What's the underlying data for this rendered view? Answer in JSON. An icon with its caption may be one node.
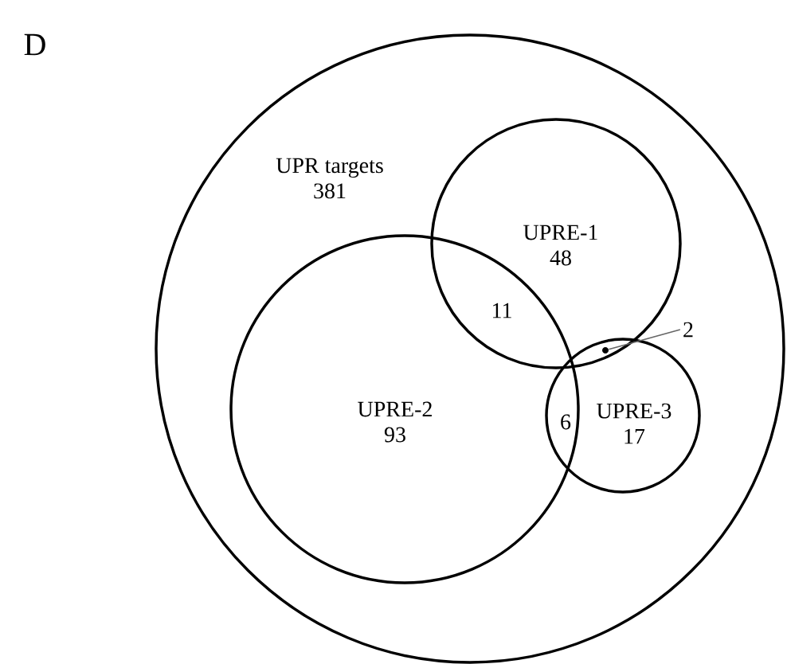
{
  "diagram": {
    "nodes": [
      {
        "text": [
          "UPR targets",
          "381"
        ]
      },
      {
        "text": [
          "UPRE-1",
          "48"
        ],
        "in": 0
      },
      {
        "text": [
          "UPRE-2",
          "93"
        ],
        "in": 0
      },
      {
        "text": [
          "UPRE-3",
          "17"
        ],
        "in": 0
      },
      {
        "text": [
          "2"
        ],
        "in": 0
      },
      {
        "text": [],
        "shape": "circle"
      }
    ],
    "edges": [
      {
        "from": 4,
        "to": 5,
        "arrow": "none"
      }
    ],
    "labels": [
      "D",
      "11",
      "6"
    ]
  }
}
